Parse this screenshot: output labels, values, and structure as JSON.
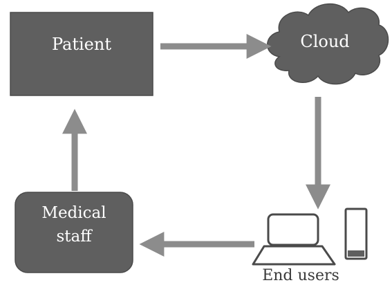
{
  "nodes": {
    "patient": {
      "label": "Patient"
    },
    "cloud": {
      "label": "Cloud"
    },
    "medical_staff": {
      "label_line1": "Medical",
      "label_line2": "staff"
    },
    "end_users": {
      "label": "End users"
    }
  },
  "edges": [
    {
      "from": "Patient",
      "to": "Cloud"
    },
    {
      "from": "Cloud",
      "to": "End users"
    },
    {
      "from": "End users",
      "to": "Medical staff"
    },
    {
      "from": "Medical staff",
      "to": "Patient"
    }
  ],
  "colors": {
    "node_fill": "#5f5f5f",
    "node_stroke": "#4a4a4a",
    "arrow": "#8c8c8c",
    "device_stroke": "#4a4a4a",
    "text_light": "#ffffff",
    "text_dark": "#3a3a3a"
  },
  "icons": [
    "laptop-icon",
    "phone-icon"
  ]
}
